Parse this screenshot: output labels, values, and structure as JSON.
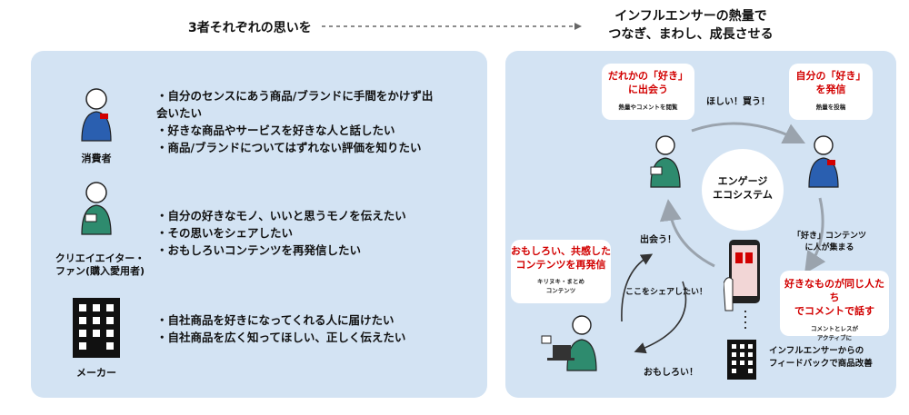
{
  "header": {
    "left_title": "3者それぞれの思いを",
    "right_title_line1": "インフルエンサーの熱量で",
    "right_title_line2": "つなぎ、まわし、成長させる"
  },
  "left_panel": {
    "consumer": {
      "label": "消費者",
      "bullets": [
        "・自分のセンスにあう商品/ブランドに手間をかけず出",
        "会いたい",
        "・好きな商品やサービスを好きな人と話したい",
        "・商品/ブランドについてはずれない評価を知りたい"
      ]
    },
    "creator": {
      "label_line1": "クリエイエイター・",
      "label_line2": "ファン(購入愛用者)",
      "bullets": [
        "・自分の好きなモノ、いいと思うモノを伝えたい",
        "・その思いをシェアしたい",
        "・おもしろいコンテンツを再発信したい"
      ]
    },
    "maker": {
      "label": "メーカー",
      "bullets": [
        "・自社商品を好きになってくれる人に届けたい",
        "・自社商品を広く知ってほしい、正しく伝えたい"
      ]
    }
  },
  "right_panel": {
    "bubble_top_left": {
      "line1": "だれかの「好き」",
      "line2": "に出会う",
      "sub": "熱量やコメントを閲覧"
    },
    "bubble_top_right": {
      "line1": "自分の「好き」",
      "line2": "を発信",
      "sub": "熱量を投稿"
    },
    "bubble_left": {
      "line1": "おもしろい、共感した",
      "line2": "コンテンツを再発信",
      "sub1": "キリヌキ・まとめ",
      "sub2": "コンテンツ"
    },
    "bubble_right": {
      "line1": "好きなものが同じ人たち",
      "line2": "でコメントで話す",
      "sub1": "コメントとレスが",
      "sub2": "アクティブに"
    },
    "center_line1": "エンゲージ",
    "center_line2": "エコシステム",
    "want_buy": "ほしい！買う！",
    "meet": "出会う！",
    "share_here": "ここをシェアしたい！",
    "interesting": "おもしろい！",
    "contents_gather_line1": "「好き」コンテンツ",
    "contents_gather_line2": "に人が集まる",
    "feedback_line1": "インフルエンサーからの",
    "feedback_line2": "フィードバックで商品改善"
  },
  "colors": {
    "panel": "#d3e3f3",
    "red": "#d20000",
    "green": "#2e8b6e",
    "blue": "#2a5fb0"
  }
}
